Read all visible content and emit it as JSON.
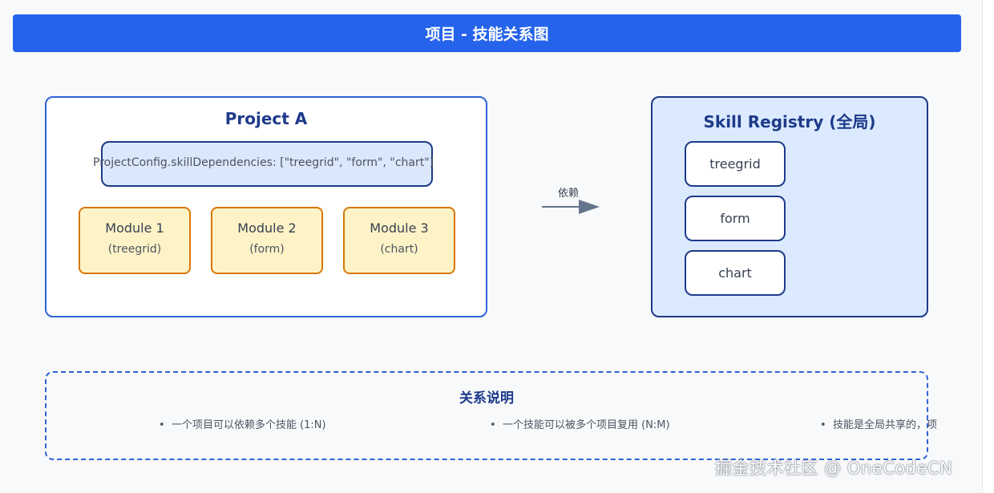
{
  "header": {
    "title": "项目 - 技能关系图"
  },
  "project": {
    "title": "Project A",
    "config": "ProjectConfig.skillDependencies: [\"treegrid\", \"form\", \"chart\"]",
    "modules": [
      {
        "name": "Module 1",
        "skill": "(treegrid)"
      },
      {
        "name": "Module 2",
        "skill": "(form)"
      },
      {
        "name": "Module 3",
        "skill": "(chart)"
      }
    ]
  },
  "relation": {
    "label": "依赖",
    "arrow_icon": "arrow-right-icon"
  },
  "registry": {
    "title": "Skill Registry (全局)",
    "skills": [
      "treegrid",
      "form",
      "chart"
    ]
  },
  "legend": {
    "title": "关系说明",
    "items": [
      "一个项目可以依赖多个技能 (1:N)",
      "一个技能可以被多个项目复用 (N:M)",
      "技能是全局共享的，项目通过"
    ]
  },
  "watermark": "掘金技术社区 @ OneCodeCN",
  "colors": {
    "header": "#2563eb",
    "project_border": "#2f63d6",
    "config_fill": "#dbe7fb",
    "module_fill": "#fef3c7",
    "module_border": "#d97706",
    "registry_fill": "#dbeafe",
    "dark_blue": "#1e3a8a"
  }
}
